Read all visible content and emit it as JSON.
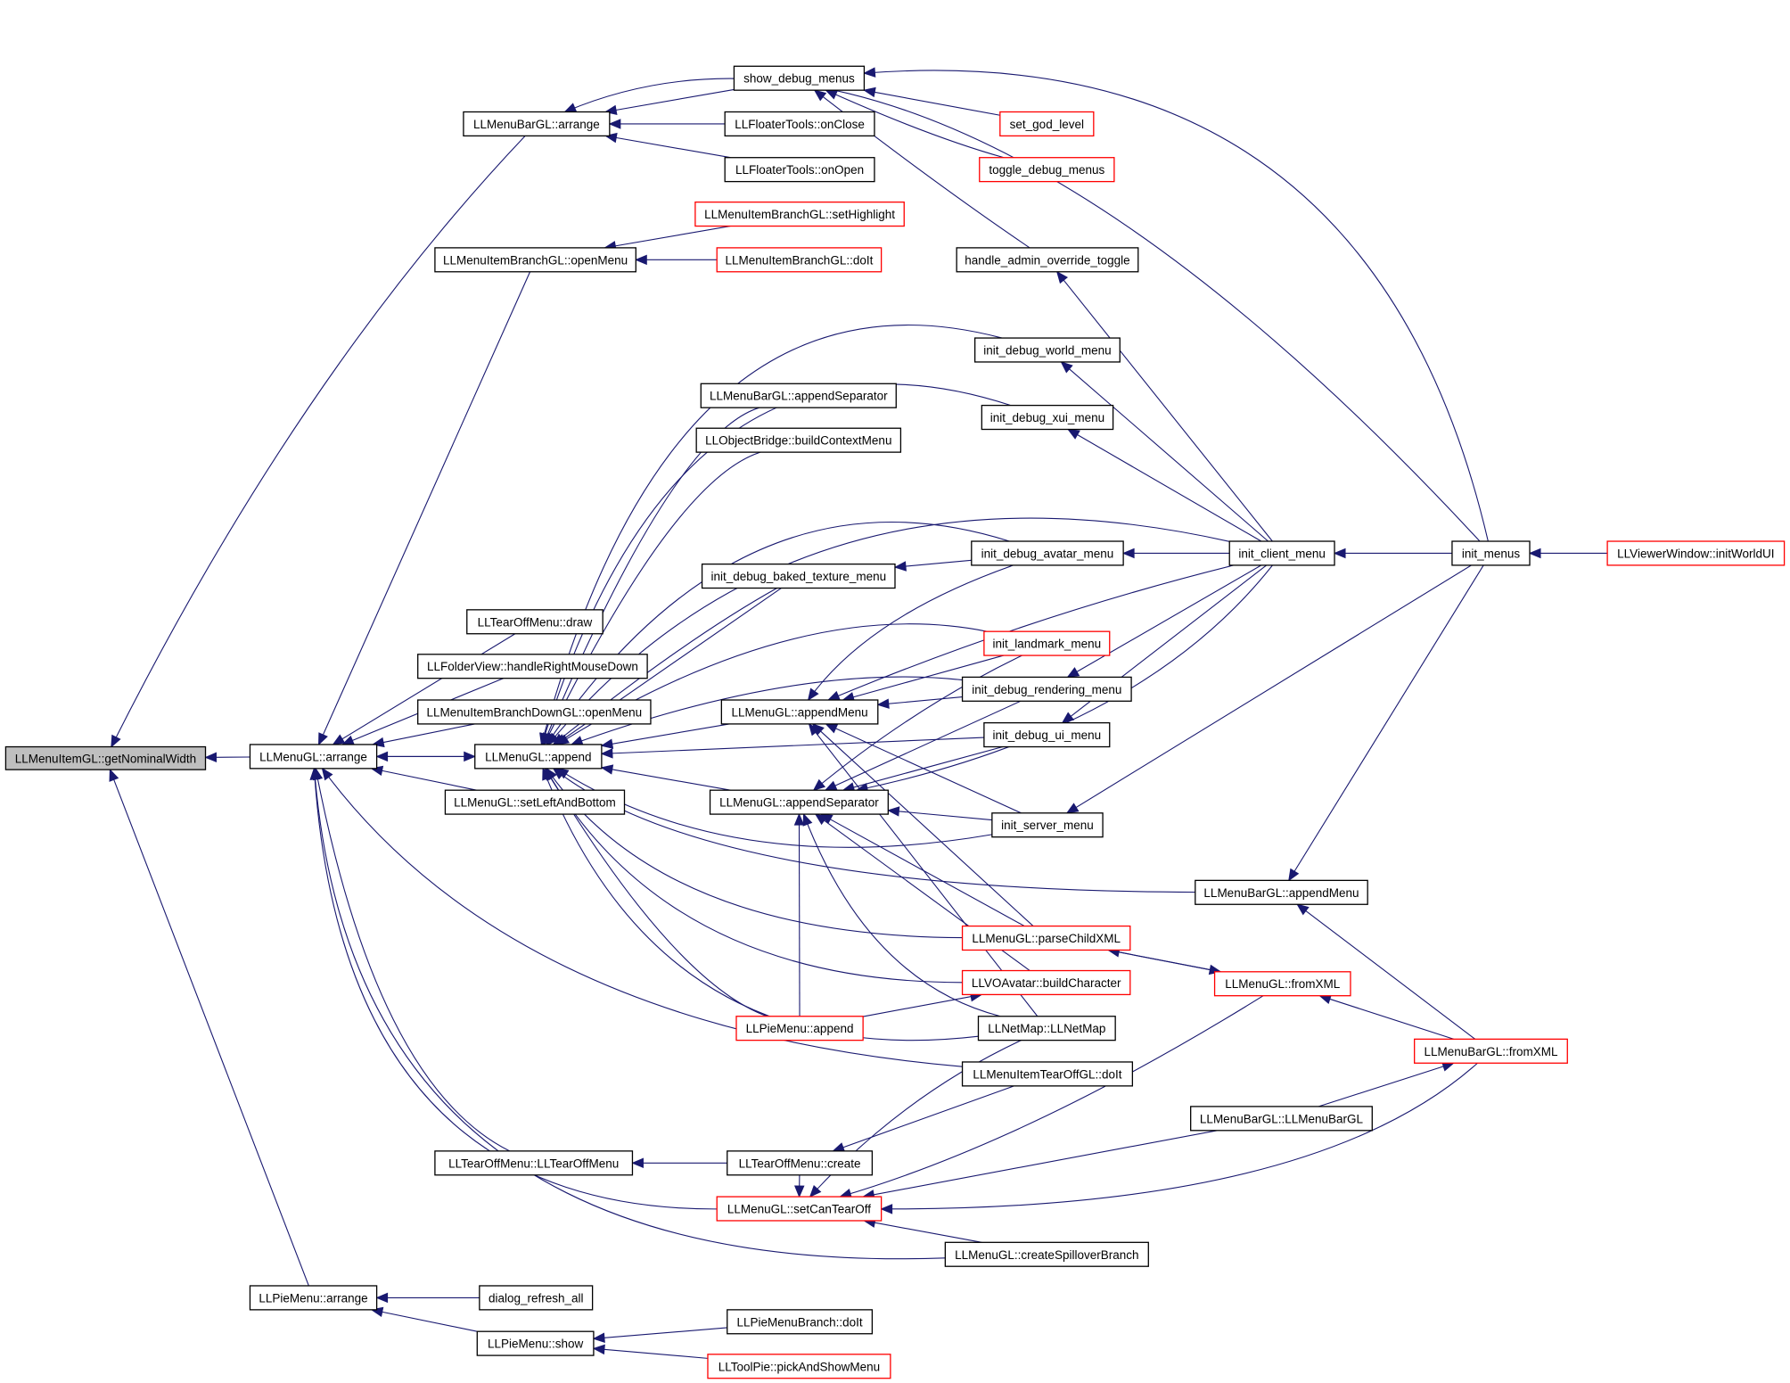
{
  "graph": {
    "colors": {
      "edge": "#191970",
      "node_border": "#000000",
      "incomplete_border": "#ff0000",
      "root_fill": "#bfbfbf"
    },
    "nodes": [
      {
        "id": "getNominalWidth",
        "label": "LLMenuItemGL::getNominalWidth",
        "style": "root"
      },
      {
        "id": "menuGLArrange",
        "label": "LLMenuGL::arrange",
        "style": "normal"
      },
      {
        "id": "menuBarArrange",
        "label": "LLMenuBarGL::arrange",
        "style": "normal"
      },
      {
        "id": "branchOpenMenu",
        "label": "LLMenuItemBranchGL::openMenu",
        "style": "normal"
      },
      {
        "id": "pieArrange",
        "label": "LLPieMenu::arrange",
        "style": "normal"
      },
      {
        "id": "showDebugMenus",
        "label": "show_debug_menus",
        "style": "normal"
      },
      {
        "id": "floaterOnClose",
        "label": "LLFloaterTools::onClose",
        "style": "normal"
      },
      {
        "id": "floaterOnOpen",
        "label": "LLFloaterTools::onOpen",
        "style": "normal"
      },
      {
        "id": "setGodLevel",
        "label": "set_god_level",
        "style": "incomplete"
      },
      {
        "id": "toggleDebugMenus",
        "label": "toggle_debug_menus",
        "style": "incomplete"
      },
      {
        "id": "branchSetHighlight",
        "label": "LLMenuItemBranchGL::setHighlight",
        "style": "incomplete"
      },
      {
        "id": "branchDoIt",
        "label": "LLMenuItemBranchGL::doIt",
        "style": "incomplete"
      },
      {
        "id": "adminOverride",
        "label": "handle_admin_override_toggle",
        "style": "normal"
      },
      {
        "id": "debugWorld",
        "label": "init_debug_world_menu",
        "style": "normal"
      },
      {
        "id": "barAppendSep",
        "label": "LLMenuBarGL::appendSeparator",
        "style": "normal"
      },
      {
        "id": "debugXui",
        "label": "init_debug_xui_menu",
        "style": "normal"
      },
      {
        "id": "objBridge",
        "label": "LLObjectBridge::buildContextMenu",
        "style": "normal"
      },
      {
        "id": "debugBaked",
        "label": "init_debug_baked_texture_menu",
        "style": "normal"
      },
      {
        "id": "debugAvatar",
        "label": "init_debug_avatar_menu",
        "style": "normal"
      },
      {
        "id": "initClient",
        "label": "init_client_menu",
        "style": "normal"
      },
      {
        "id": "initMenus",
        "label": "init_menus",
        "style": "normal"
      },
      {
        "id": "initWorldUI",
        "label": "LLViewerWindow::initWorldUI",
        "style": "incomplete"
      },
      {
        "id": "tearOffDraw",
        "label": "LLTearOffMenu::draw",
        "style": "normal"
      },
      {
        "id": "folderView",
        "label": "LLFolderView::handleRightMouseDown",
        "style": "normal"
      },
      {
        "id": "branchDown",
        "label": "LLMenuItemBranchDownGL::openMenu",
        "style": "normal"
      },
      {
        "id": "menuAppend",
        "label": "LLMenuGL::append",
        "style": "normal"
      },
      {
        "id": "setLeftBottom",
        "label": "LLMenuGL::setLeftAndBottom",
        "style": "normal"
      },
      {
        "id": "landmark",
        "label": "init_landmark_menu",
        "style": "incomplete"
      },
      {
        "id": "appendMenu",
        "label": "LLMenuGL::appendMenu",
        "style": "normal"
      },
      {
        "id": "debugRendering",
        "label": "init_debug_rendering_menu",
        "style": "normal"
      },
      {
        "id": "debugUi",
        "label": "init_debug_ui_menu",
        "style": "normal"
      },
      {
        "id": "appendSep",
        "label": "LLMenuGL::appendSeparator",
        "style": "normal"
      },
      {
        "id": "serverMenu",
        "label": "init_server_menu",
        "style": "normal"
      },
      {
        "id": "barAppendMenu",
        "label": "LLMenuBarGL::appendMenu",
        "style": "normal"
      },
      {
        "id": "parseChild",
        "label": "LLMenuGL::parseChildXML",
        "style": "incomplete"
      },
      {
        "id": "menuFromXML",
        "label": "LLMenuGL::fromXML",
        "style": "incomplete"
      },
      {
        "id": "buildChar",
        "label": "LLVOAvatar::buildCharacter",
        "style": "incomplete"
      },
      {
        "id": "pieAppend",
        "label": "LLPieMenu::append",
        "style": "incomplete"
      },
      {
        "id": "netMap",
        "label": "LLNetMap::LLNetMap",
        "style": "normal"
      },
      {
        "id": "barFromXML",
        "label": "LLMenuBarGL::fromXML",
        "style": "incomplete"
      },
      {
        "id": "tearOffItemDoIt",
        "label": "LLMenuItemTearOffGL::doIt",
        "style": "normal"
      },
      {
        "id": "barCtor",
        "label": "LLMenuBarGL::LLMenuBarGL",
        "style": "normal"
      },
      {
        "id": "tearOffCtor",
        "label": "LLTearOffMenu::LLTearOffMenu",
        "style": "normal"
      },
      {
        "id": "tearOffCreate",
        "label": "LLTearOffMenu::create",
        "style": "normal"
      },
      {
        "id": "setCanTearOff",
        "label": "LLMenuGL::setCanTearOff",
        "style": "incomplete"
      },
      {
        "id": "spillover",
        "label": "LLMenuGL::createSpilloverBranch",
        "style": "normal"
      },
      {
        "id": "dialogRefresh",
        "label": "dialog_refresh_all",
        "style": "normal"
      },
      {
        "id": "pieShow",
        "label": "LLPieMenu::show",
        "style": "normal"
      },
      {
        "id": "pieBranchDoIt",
        "label": "LLPieMenuBranch::doIt",
        "style": "normal"
      },
      {
        "id": "toolPie",
        "label": "LLToolPie::pickAndShowMenu",
        "style": "incomplete"
      }
    ]
  }
}
